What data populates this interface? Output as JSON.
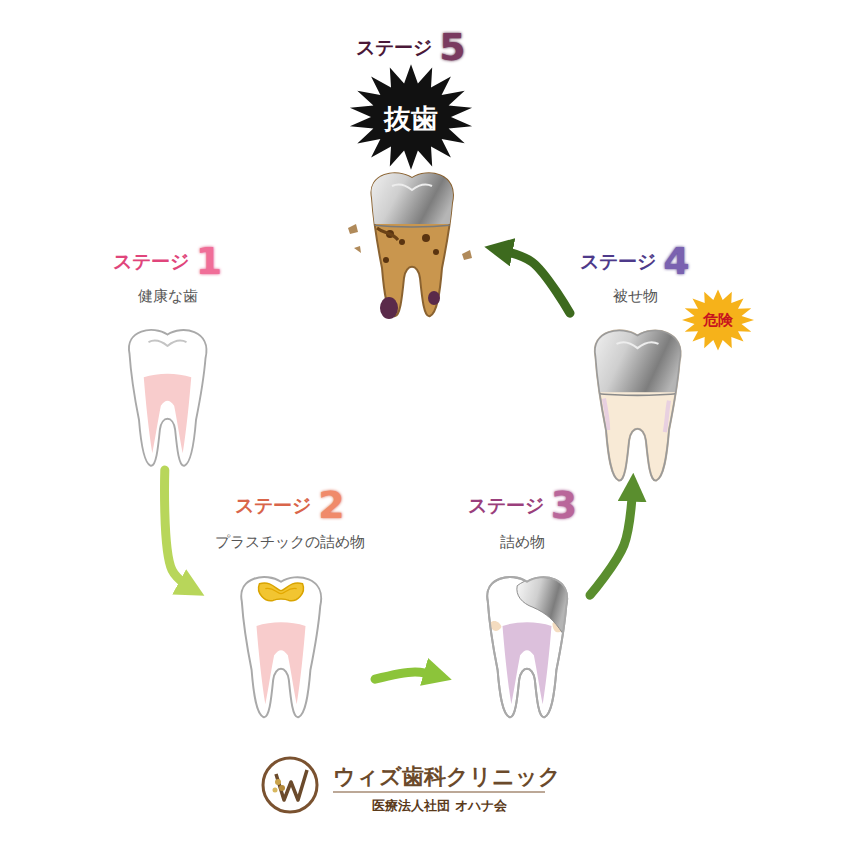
{
  "diagram": {
    "nodes": [
      {
        "text": [
          "ステージ",
          "1",
          "健康な歯"
        ]
      },
      {
        "text": [
          "ステージ",
          "2",
          "プラスチックの詰め物"
        ]
      },
      {
        "text": [
          "ステージ",
          "3",
          "詰め物"
        ]
      },
      {
        "text": [
          "ステージ",
          "4",
          "被せ物"
        ]
      },
      {
        "text": [
          "ステージ",
          "5",
          "抜歯"
        ]
      }
    ],
    "edges": [
      {
        "from": 0,
        "to": 1,
        "arrow": "to"
      },
      {
        "from": 1,
        "to": 2,
        "arrow": "to"
      },
      {
        "from": 2,
        "to": 3,
        "arrow": "to"
      },
      {
        "from": 3,
        "to": 4,
        "arrow": "to"
      }
    ],
    "labels": [
      "危険",
      "ウィズ歯科クリニック",
      "医療法人社団 オハナ会"
    ]
  }
}
